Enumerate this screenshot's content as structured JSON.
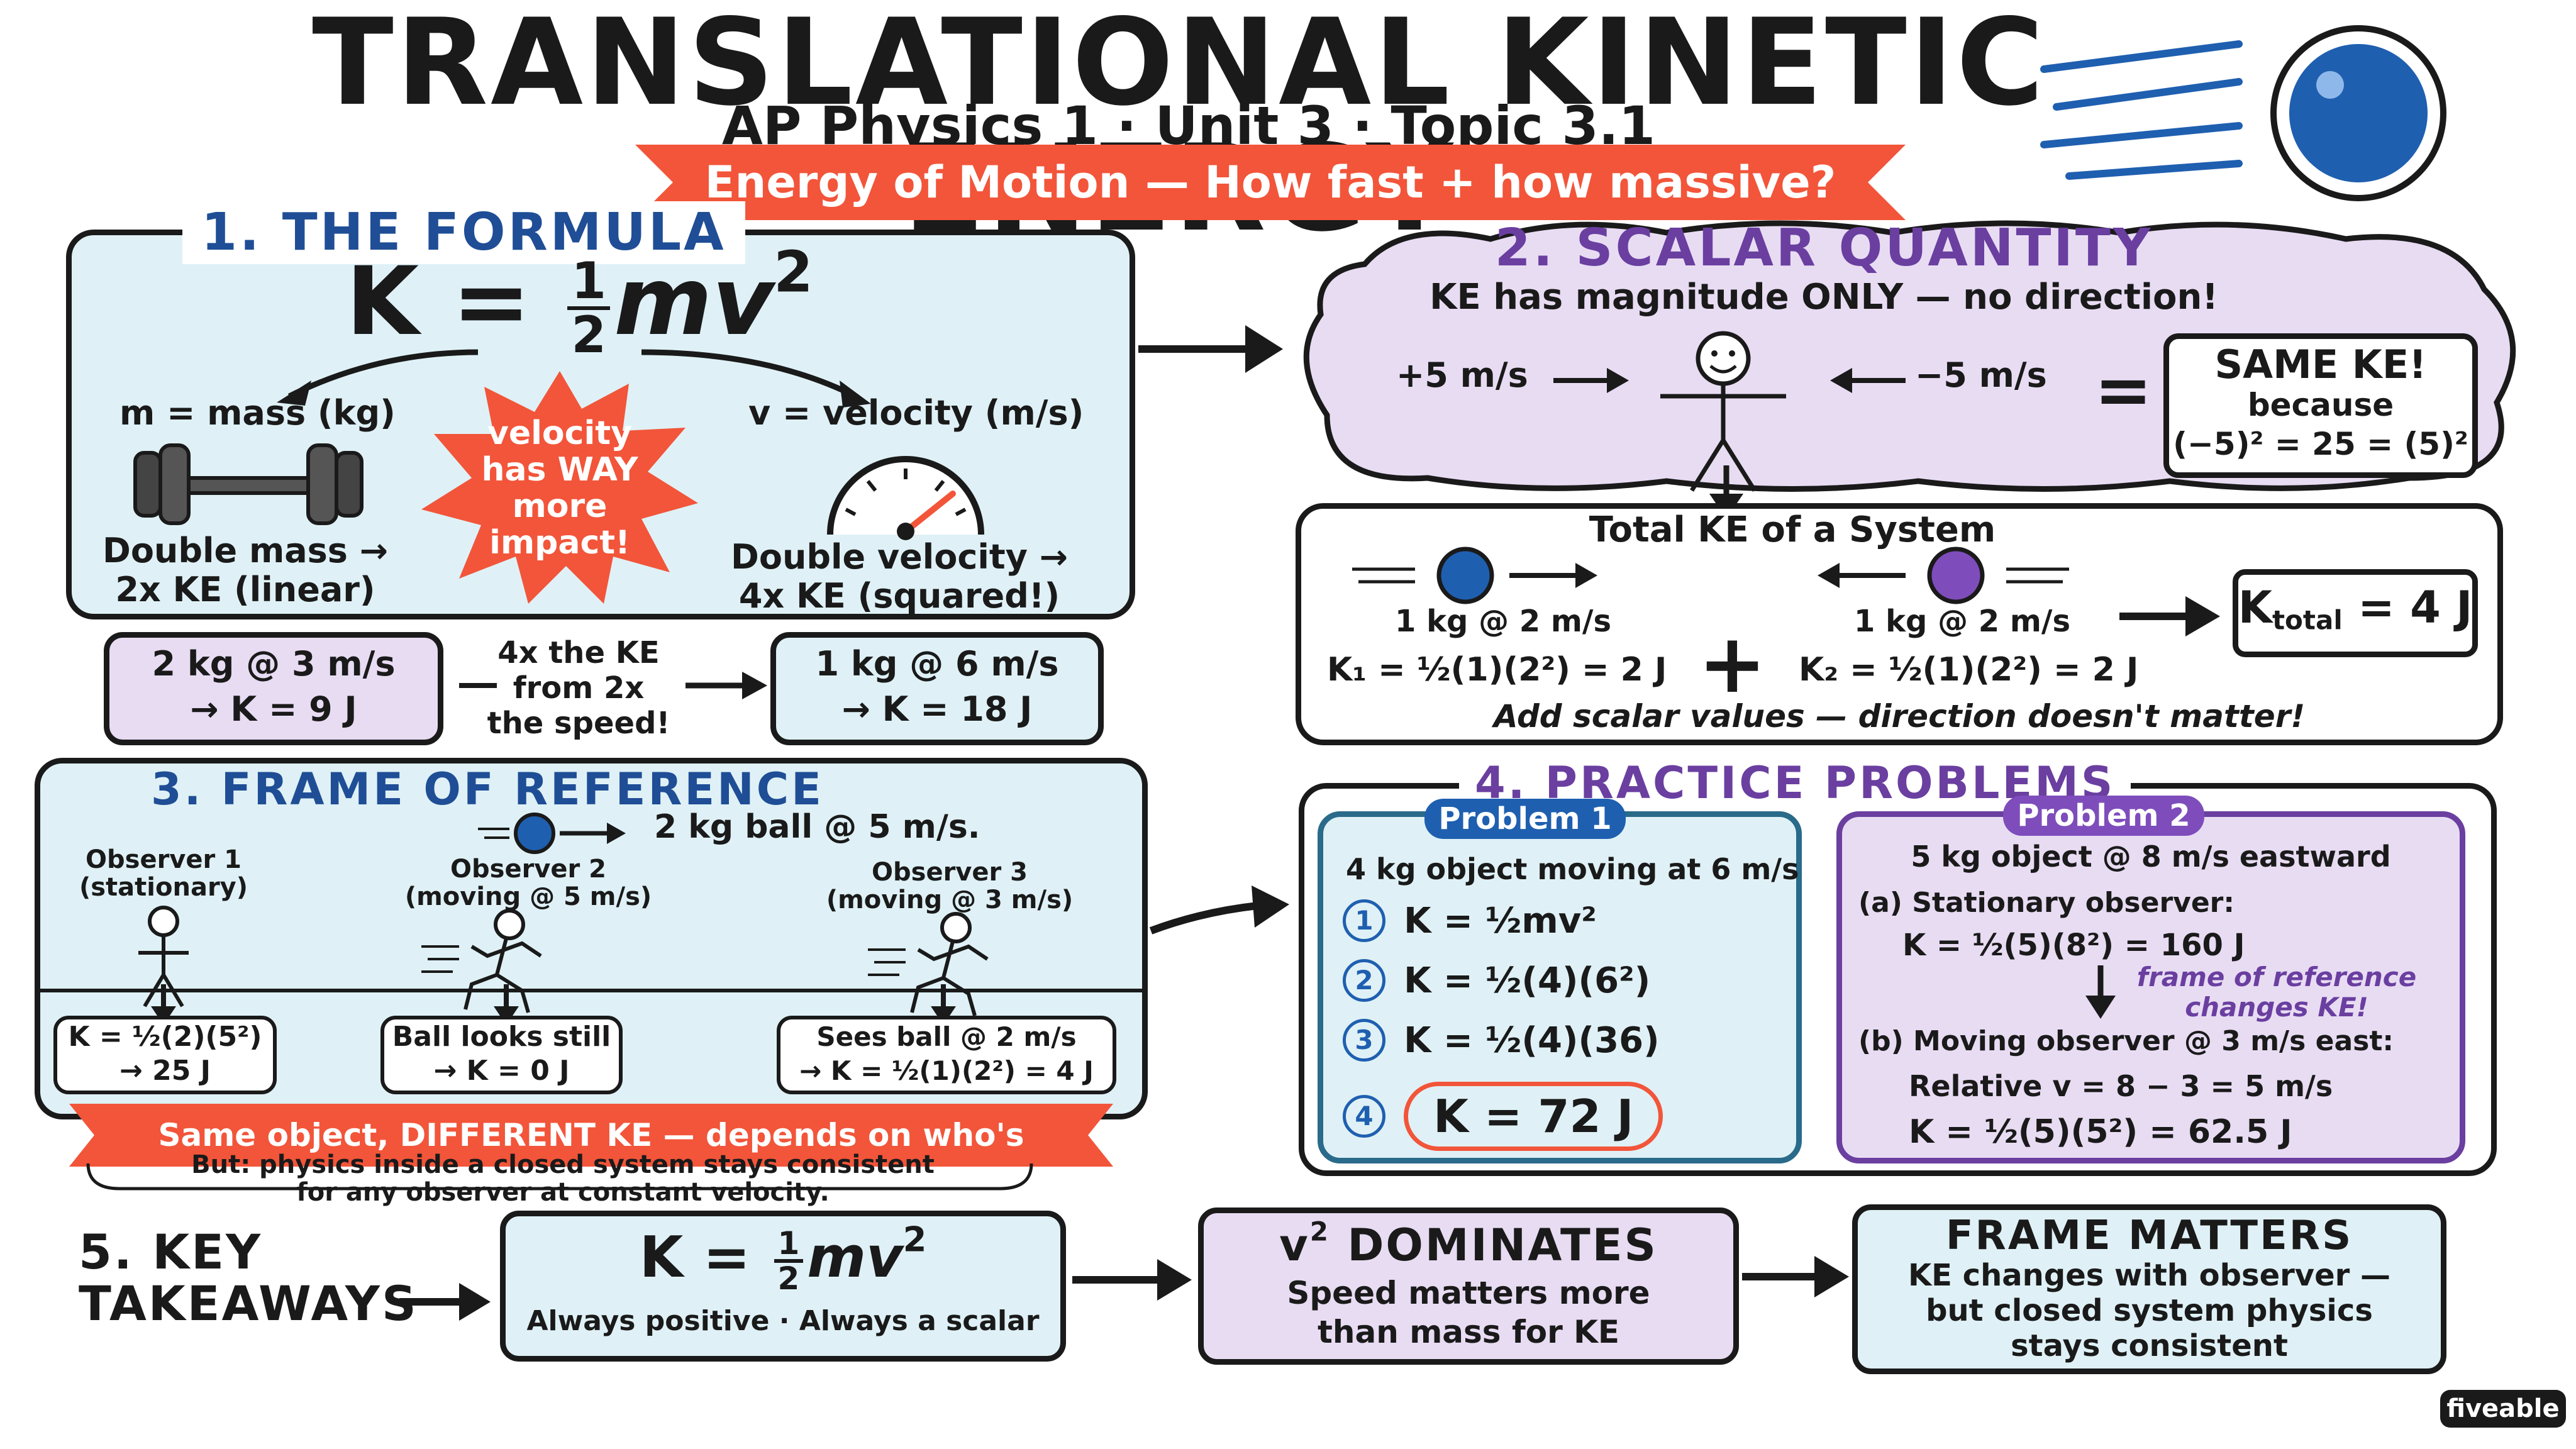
{
  "header": {
    "title": "TRANSLATIONAL KINETIC ENERGY",
    "subtitle": "AP Physics 1 · Unit 3 · Topic 3.1",
    "banner": "Energy of Motion — How fast + how massive?"
  },
  "colors": {
    "blue_panel": "#dff1f6",
    "lavender_panel": "#e8dcf3",
    "accent_red": "#f2553a",
    "header_blue": "#1f4e96",
    "header_purple": "#6a3fa0"
  },
  "s1": {
    "heading": "1. THE FORMULA",
    "mass_label": "m = mass (kg)",
    "velocity_label": "v = velocity (m/s)",
    "starburst": [
      "velocity",
      "has WAY",
      "more",
      "impact!"
    ],
    "double_mass": [
      "Double mass →",
      "2x KE (linear)"
    ],
    "double_velocity": [
      "Double velocity →",
      "4x KE (squared!)"
    ],
    "ex1": [
      "2 kg @ 3 m/s",
      "→ K = 9 J"
    ],
    "ex2": [
      "1 kg @ 6 m/s",
      "→ K = 18 J"
    ],
    "compare": [
      "4x the KE",
      "from 2x",
      "the speed!"
    ]
  },
  "s2": {
    "heading": "2. SCALAR QUANTITY",
    "sub": "KE has magnitude ONLY — no direction!",
    "plus_v": "+5 m/s",
    "minus_v": "−5 m/s",
    "same": [
      "SAME KE!",
      "because",
      "(−5)² = 25 = (5)²"
    ],
    "system_title": "Total KE of a System",
    "obj1": "1 kg @ 2 m/s",
    "obj2": "1 kg @ 2 m/s",
    "k1": "K₁ = ½(1)(2²) = 2 J",
    "k2": "K₂ = ½(1)(2²) = 2 J",
    "ktotal_value": "= 4 J",
    "note": "Add scalar values — direction doesn't matter!"
  },
  "s3": {
    "heading": "3. FRAME OF REFERENCE",
    "ball": "2 kg ball @ 5 m/s.",
    "obs1": [
      "Observer 1",
      "(stationary)"
    ],
    "obs2": [
      "Observer 2",
      "(moving @ 5 m/s)"
    ],
    "obs3": [
      "Observer 3",
      "(moving @ 3 m/s)"
    ],
    "res1": [
      "K = ½(2)(5²)",
      "→ 25 J"
    ],
    "res2": [
      "Ball looks still",
      "→ K = 0 J"
    ],
    "res3": [
      "Sees ball @ 2 m/s",
      "→ K = ½(1)(2²) = 4 J"
    ],
    "banner": "Same object, DIFFERENT KE — depends on who's watching!",
    "note": [
      "But: physics inside a closed system stays consistent",
      "for any observer at constant velocity."
    ]
  },
  "s4": {
    "heading": "4. PRACTICE PROBLEMS",
    "p1": {
      "tag": "Problem 1",
      "prompt": "4 kg object moving at 6 m/s",
      "steps": [
        "K = ½mv²",
        "K = ½(4)(6²)",
        "K = ½(4)(36)",
        "K = 72 J"
      ],
      "nums": [
        "1",
        "2",
        "3",
        "4"
      ]
    },
    "p2": {
      "tag": "Problem 2",
      "prompt": "5 kg object @ 8 m/s eastward",
      "a": "(a) Stationary observer:",
      "a_calc": "K = ½(5)(8²) = 160 J",
      "side": [
        "frame of reference",
        "changes KE!"
      ],
      "b": "(b) Moving observer @ 3 m/s east:",
      "b_rel": "Relative v = 8 − 3 = 5 m/s",
      "b_calc": "K = ½(5)(5²) = 62.5 J"
    }
  },
  "s5": {
    "heading": [
      "5. KEY",
      "TAKEAWAYS"
    ],
    "t1_sub": "Always positive · Always a scalar",
    "t2_title": "DOMINATES",
    "t2_sub": [
      "Speed matters more",
      "than mass for KE"
    ],
    "t3_title": "FRAME MATTERS",
    "t3_sub": [
      "KE changes with observer —",
      "but closed system physics",
      "stays consistent"
    ]
  },
  "brand": "fiveable"
}
